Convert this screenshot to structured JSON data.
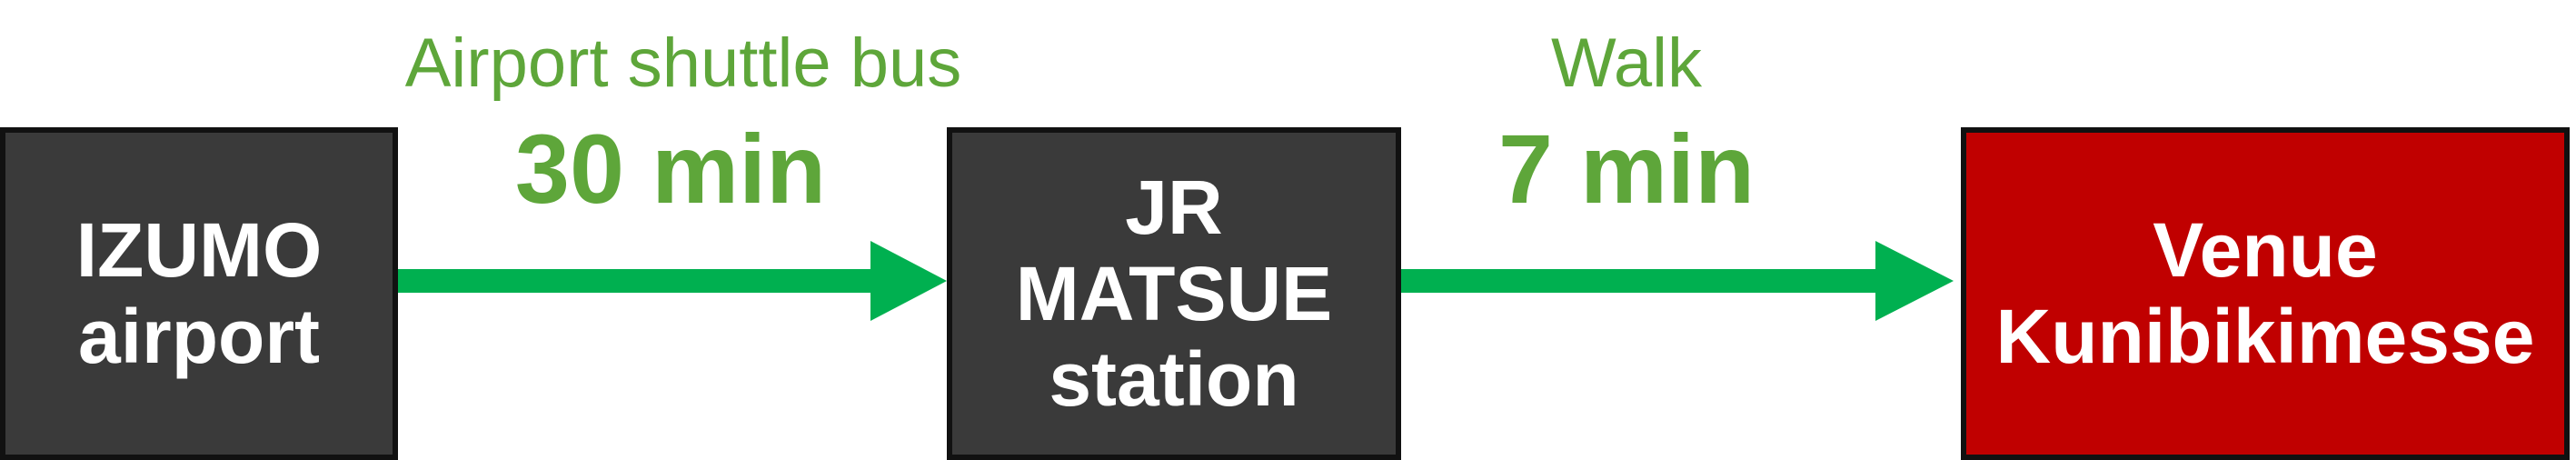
{
  "nodes": {
    "origin": {
      "line1": "IZUMO",
      "line2": "airport"
    },
    "transfer": {
      "line1": "JR",
      "line2": "MATSUE",
      "line3": "station"
    },
    "destination": {
      "line1": "Venue",
      "line2": "Kunibikimesse"
    }
  },
  "legs": [
    {
      "mode": "Airport shuttle bus",
      "duration": "30 min"
    },
    {
      "mode": "Walk",
      "duration": "7 min"
    }
  ],
  "colors": {
    "node_dark": "#3a3a3a",
    "node_venue": "#c00000",
    "arrow": "#00b050",
    "label_text": "#5ea63a",
    "node_text": "#ffffff"
  }
}
